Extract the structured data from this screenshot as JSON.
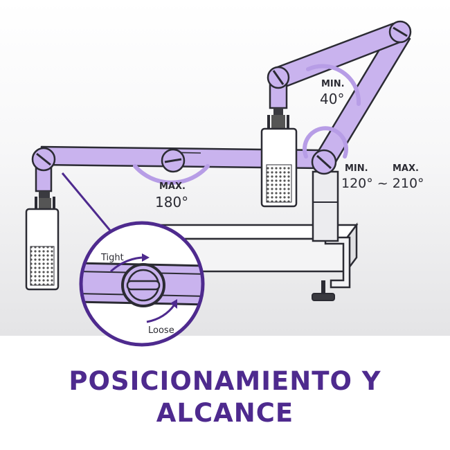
{
  "annotations": {
    "min_top_label": "MIN.",
    "min_top_value": "40°",
    "max_mid_label": "MAX.",
    "max_mid_value": "180°",
    "min_right_label": "MIN.",
    "max_right_label": "MAX.",
    "range_value": "120° ~ 210°"
  },
  "callout": {
    "tight_label": "Tight",
    "loose_label": "Loose"
  },
  "caption": {
    "line1": "POSICIONAMIENTO Y",
    "line2": "ALCANCE"
  },
  "colors": {
    "arm_fill": "#c9b3ee",
    "outline": "#2b2b33",
    "accent": "#4e2a8e",
    "arc": "#b79de6"
  }
}
